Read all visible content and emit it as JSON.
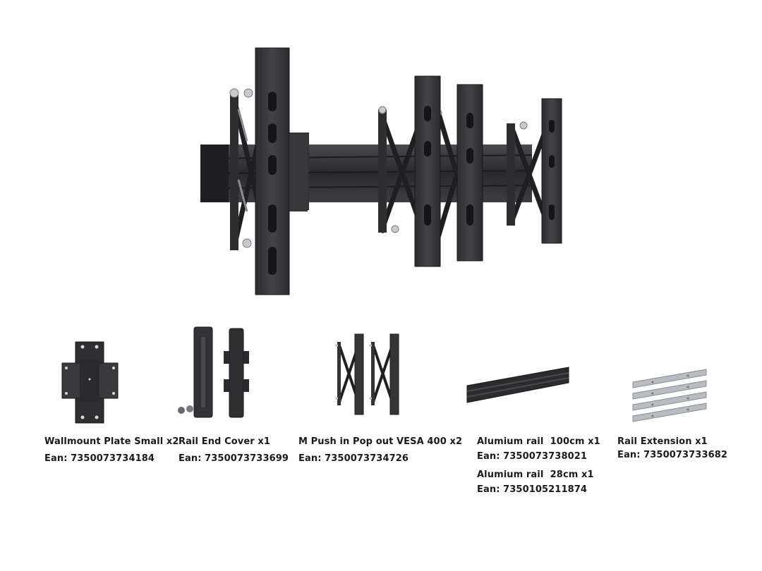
{
  "colors": {
    "metal_dark": "#2b2b2d",
    "metal_mid": "#3c3c3f",
    "metal_light": "#5a5a5e",
    "zinc": "#b9bcc0",
    "text": "#1b1b1b"
  },
  "items": [
    {
      "name": "Wallmount Plate Small x2",
      "ean": "Ean: 7350073734184"
    },
    {
      "name": "Rail End Cover x1",
      "ean": "Ean: 7350073733699"
    },
    {
      "name": "M Push in Pop out VESA 400 x2",
      "ean": "Ean: 7350073734726"
    },
    {
      "name": "Alumium rail  100cm x1",
      "ean": "Ean: 7350073738021"
    },
    {
      "name": "Alumium rail  28cm x1",
      "ean": "Ean: 7350105211874"
    },
    {
      "name": "Rail Extension x1",
      "ean": "Ean: 7350073733682"
    }
  ]
}
